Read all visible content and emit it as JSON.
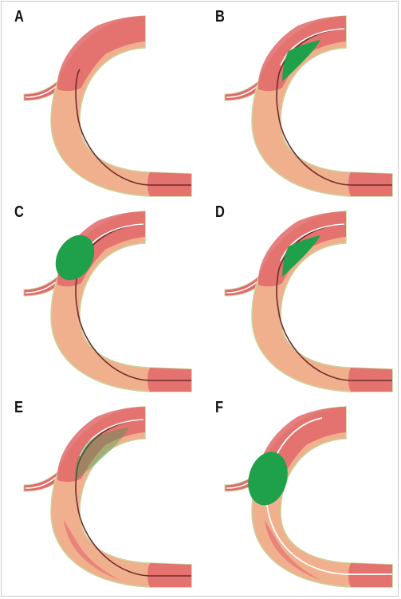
{
  "panels": [
    {
      "label": "A",
      "wire": "partial",
      "balloon": "none"
    },
    {
      "label": "B",
      "wire": "full",
      "balloon": "deflated"
    },
    {
      "label": "C",
      "wire": "full",
      "balloon": "inflated"
    },
    {
      "label": "D",
      "wire": "full",
      "balloon": "deflated"
    },
    {
      "label": "E",
      "wire": "full",
      "balloon": "ghost"
    },
    {
      "label": "F",
      "wire": "wide",
      "balloon": "inflated-large"
    }
  ],
  "colors": {
    "vessel_wall": "#f0b08e",
    "plaque": "#e2686a",
    "balloon": "#1fa04a",
    "wire_dark": "#6e2b2b",
    "wire_light": "#ffffff",
    "outline": "#c8d49a"
  }
}
